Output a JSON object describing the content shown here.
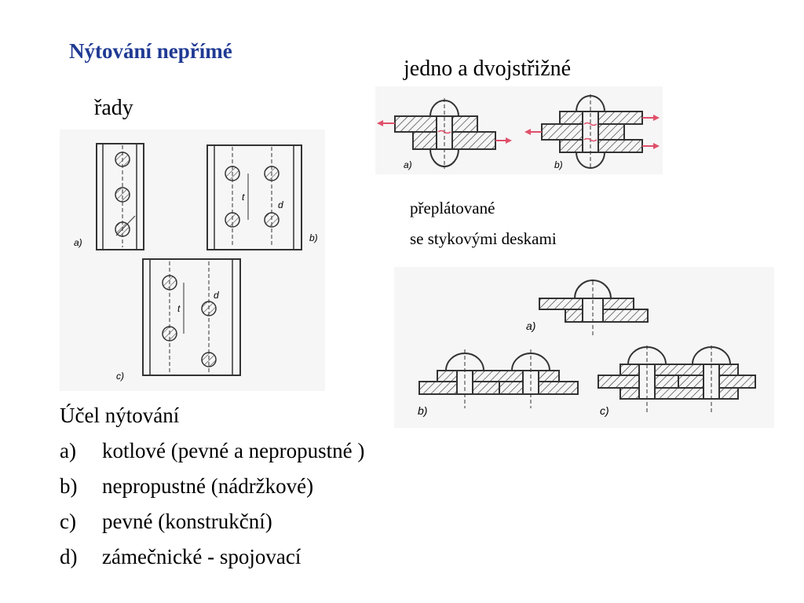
{
  "title": "Nýtování nepřímé",
  "label_shear": "jedno a dvojstřižné",
  "label_rows": "řady",
  "label_lap": "přeplátované",
  "label_butt": "se stykovými deskami",
  "purpose": {
    "heading": "Účel nýtování",
    "items": [
      {
        "marker": "a)",
        "text": "kotlové (pevné a nepropustné )"
      },
      {
        "marker": "b)",
        "text": "nepropustné (nádržkové)"
      },
      {
        "marker": "c)",
        "text": "pevné (konstrukční)"
      },
      {
        "marker": "d)",
        "text": "zámečnické - spojovací"
      }
    ]
  },
  "fig_labels": {
    "a": "a)",
    "b": "b)",
    "c": "c)",
    "t": "t",
    "d": "d"
  },
  "colors": {
    "title": "#1f3a93",
    "arrow": "#e0506a",
    "seam": "#e0506a"
  }
}
